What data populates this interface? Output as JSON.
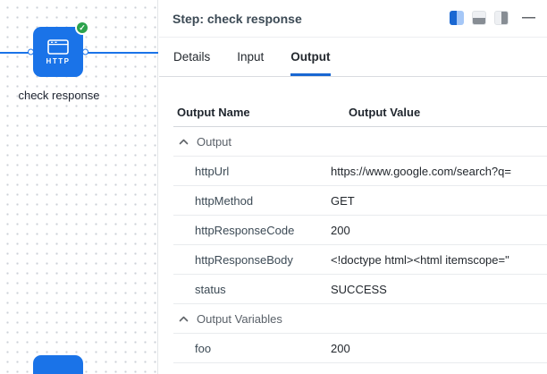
{
  "icons": {
    "check": "✓",
    "minus": "—"
  },
  "canvas": {
    "node": {
      "type_label": "HTTP",
      "name": "check response"
    }
  },
  "panel": {
    "header": {
      "title": "Step: check response"
    },
    "tabs": [
      {
        "label": "Details"
      },
      {
        "label": "Input"
      },
      {
        "label": "Output"
      }
    ],
    "active_tab": "Output",
    "table": {
      "columns": [
        "Output Name",
        "Output Value"
      ],
      "groups": [
        {
          "label": "Output",
          "rows": [
            {
              "name": "httpUrl",
              "value": "https://www.google.com/search?q="
            },
            {
              "name": "httpMethod",
              "value": "GET"
            },
            {
              "name": "httpResponseCode",
              "value": "200"
            },
            {
              "name": "httpResponseBody",
              "value": "<!doctype html><html itemscope=\""
            },
            {
              "name": "status",
              "value": "SUCCESS"
            }
          ]
        },
        {
          "label": "Output Variables",
          "rows": [
            {
              "name": "foo",
              "value": "200"
            }
          ]
        }
      ]
    }
  },
  "colors": {
    "accent_blue": "#1a73e8",
    "success_green": "#2ca24c",
    "text_dark": "#3c4a55"
  }
}
